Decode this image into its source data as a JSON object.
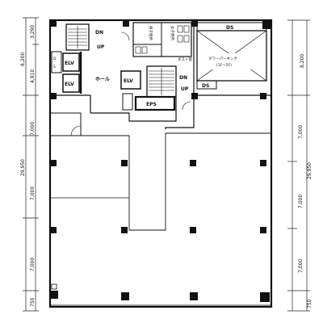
{
  "plan": {
    "stair_left": {
      "dn": "DN",
      "up": "UP"
    },
    "stair_center": {
      "dn": "DN",
      "up": "UP"
    },
    "ds_small": "D\nS",
    "elv": "ELV",
    "hall": "ホール",
    "eps": "EPS",
    "ds_top": "DS",
    "ds_mid": "DS",
    "dust": "ダスト管",
    "tower_parking": "タワーパーキング",
    "tower_parking_floors": "(1F～5F)",
    "wc_men": "男子便所",
    "wc_women": "女子便所"
  },
  "dimensions": {
    "left": [
      "3,290",
      "4,910",
      "8,200",
      "7,000",
      "29,950",
      "7,000",
      "7,000",
      "750"
    ],
    "right": [
      "8,200",
      "7,000",
      "29,950",
      "7,000",
      "7,000",
      "750"
    ]
  }
}
